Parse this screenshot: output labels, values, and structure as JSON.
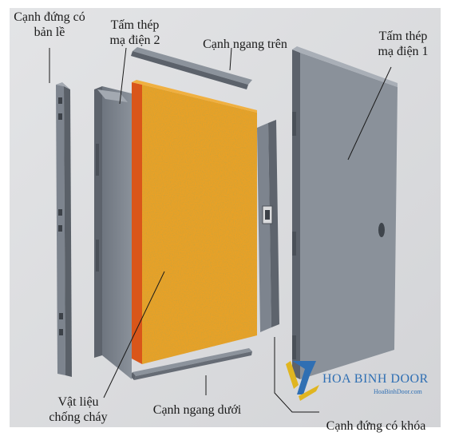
{
  "labels": {
    "hinge_stile": [
      "Cạnh đứng có",
      "bản lề"
    ],
    "steel_sheet_2": [
      "Tấm thép",
      "mạ điện 2"
    ],
    "top_rail": "Cạnh ngang trên",
    "steel_sheet_1": [
      "Tấm thép",
      "mạ điện 1"
    ],
    "fireproof_core": [
      "Vật liệu",
      "chống cháy"
    ],
    "bottom_rail": "Cạnh ngang dưới",
    "lock_stile": "Cạnh đứng có khóa"
  },
  "logo": {
    "name": "HOA BINH DOOR",
    "url": "HoaBinhDoor.com"
  },
  "colors": {
    "background": "#d9dadc",
    "steel": "#7d848e",
    "steel_dark": "#5c626b",
    "steel_light": "#a3a9b1",
    "core": "#e9a126",
    "core_edge": "#d9561a",
    "logo_blue": "#2f6fb3",
    "logo_gold": "#e0b520"
  }
}
